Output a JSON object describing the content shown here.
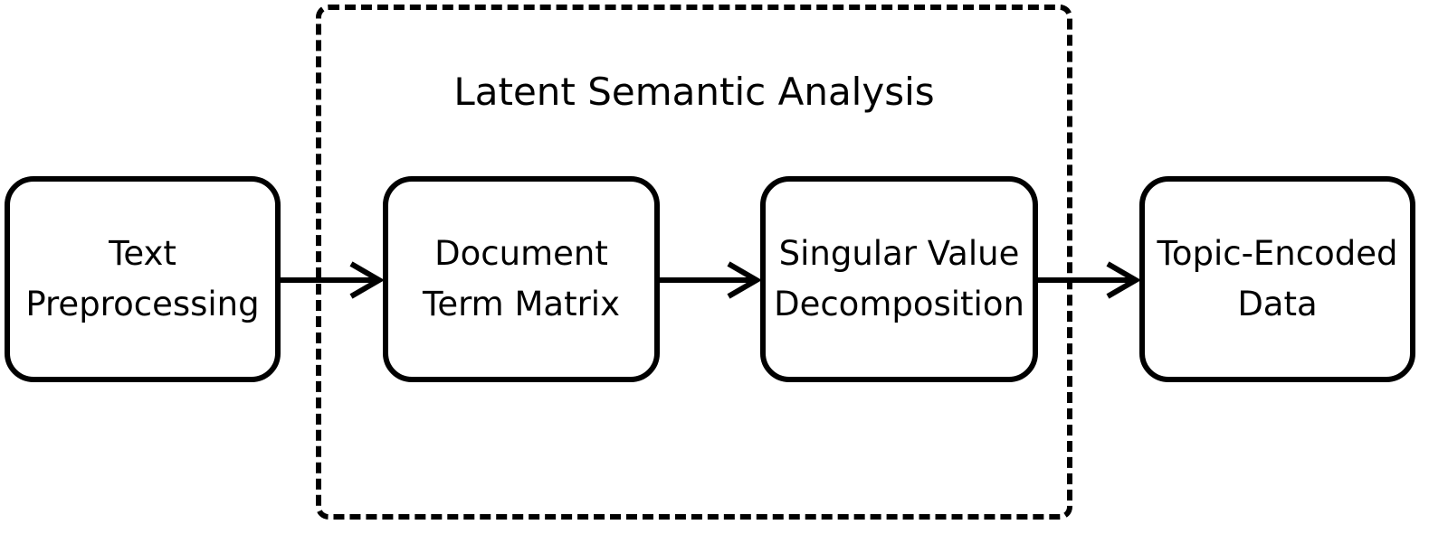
{
  "group": {
    "title": "Latent Semantic Analysis"
  },
  "nodes": [
    {
      "label": "Text\nPreprocessing"
    },
    {
      "label": "Document\nTerm Matrix"
    },
    {
      "label": "Singular Value\nDecomposition"
    },
    {
      "label": "Topic-Encoded\nData"
    }
  ],
  "colors": {
    "stroke": "#000000",
    "background": "#ffffff"
  }
}
